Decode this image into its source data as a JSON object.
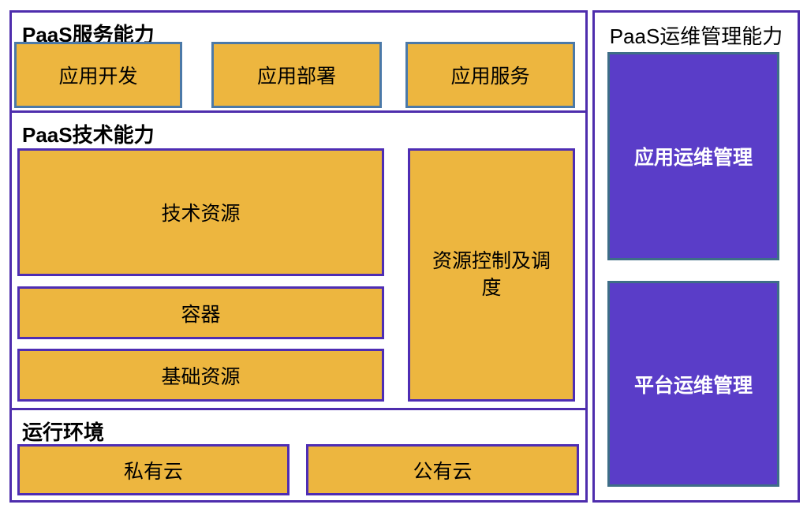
{
  "palette": {
    "orange_fill": "#EDB63F",
    "steel_blue_border": "#4B79A8",
    "purple_border": "#4E2DAD",
    "purple_fill": "#5A3DC8",
    "teal_border": "#3E6E87",
    "label_text": "#000000",
    "purple_box_text": "#FFFFFF"
  },
  "left": {
    "sections": [
      {
        "title": "PaaS服务能力",
        "boxes": [
          "应用开发",
          "应用部署",
          "应用服务"
        ]
      },
      {
        "title": "PaaS技术能力",
        "stack": [
          "技术资源",
          "容器",
          "基础资源"
        ],
        "side": "资源控制及调度"
      },
      {
        "title": "运行环境",
        "boxes": [
          "私有云",
          "公有云"
        ]
      }
    ]
  },
  "right": {
    "title": "PaaS运维管理能力",
    "boxes": [
      "应用运维管理",
      "平台运维管理"
    ]
  }
}
